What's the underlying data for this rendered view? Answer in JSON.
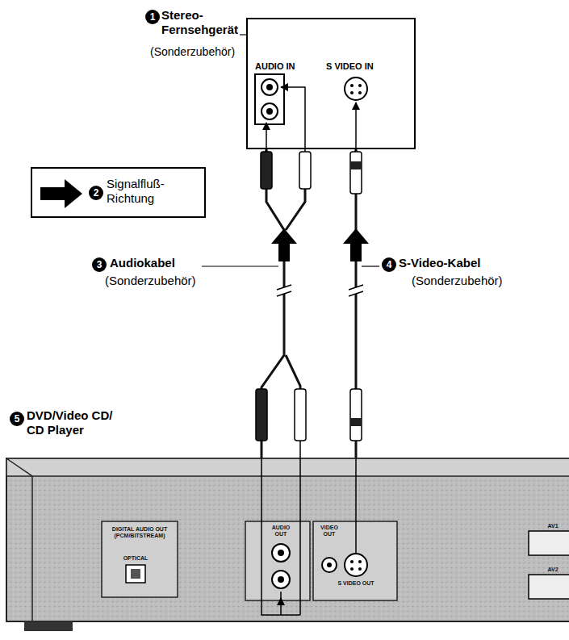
{
  "diagram": {
    "nodes": [
      {
        "text": [
          "Stereo- Fernsehgerät",
          "(Sonderzubehör)",
          "AUDIO IN",
          "S VIDEO IN"
        ]
      },
      {
        "text": [
          "Signalfluß- Richtung"
        ]
      },
      {
        "text": [
          "DVD/Video CD/ CD Player",
          "DIGITAL AUDIO OUT (PCM/BITSTREAM)",
          "OPTICAL",
          "AUDIO OUT",
          "VIDEO OUT",
          "S VIDEO OUT",
          "AV1",
          "AV2"
        ]
      }
    ],
    "edges": [
      {
        "from": 2,
        "to": 0,
        "arrow": "to"
      },
      {
        "from": 2,
        "to": 0,
        "arrow": "to"
      }
    ],
    "labels": [
      "1",
      "2",
      "3",
      "4",
      "5",
      "Audiokabel",
      "(Sonderzubehör)",
      "S-Video-Kabel",
      "(Sonderzubehör)"
    ]
  }
}
